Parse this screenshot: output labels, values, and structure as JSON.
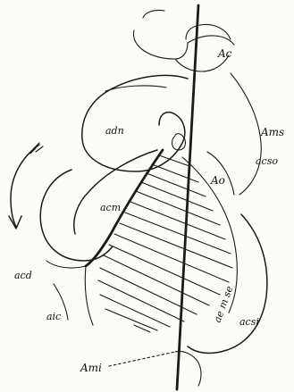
{
  "labels": {
    "ac": "Ac",
    "ams": "Ams",
    "acso": "acso",
    "adn": "adn",
    "ao": "Ao",
    "acm": "acm",
    "acd": "acd",
    "aic": "aic",
    "ae_m_se": "ae m se",
    "acsi": "acsi",
    "ami": "Ami"
  },
  "colors": {
    "ink": "#1b1b1b",
    "paper": "#fbfbf8"
  },
  "icons": {
    "rotation_arrow": "curved-arrow-icon"
  }
}
